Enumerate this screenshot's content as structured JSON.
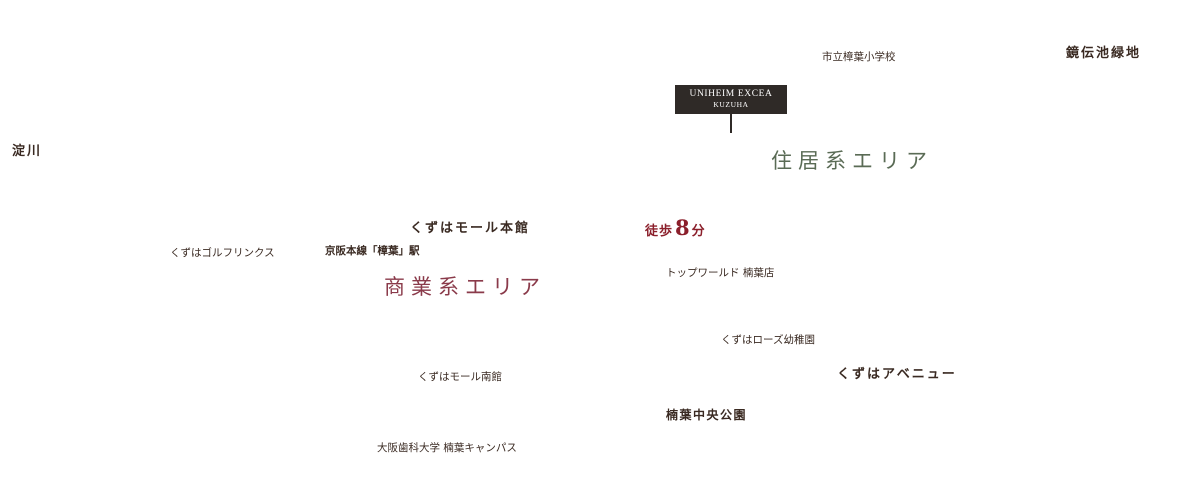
{
  "map": {
    "marker": {
      "line1": "UNIHEIM EXCEA",
      "line2": "KUZUHA"
    },
    "areas": {
      "residential": "住居系エリア",
      "commercial": "商業系エリア"
    },
    "walk": {
      "prefix": "徒歩",
      "number": "8",
      "suffix": "分"
    },
    "labels": {
      "school": "市立樟葉小学校",
      "park": "鏡伝池緑地",
      "river": "淀川",
      "mall_main": "くずはモール本館",
      "golf": "くずはゴルフリンクス",
      "station": "京阪本線「樟葉」駅",
      "store": "トップワールド 楠葉店",
      "kindergarten": "くずはローズ幼稚園",
      "avenue": "くずはアベニュー",
      "mall_south": "くずはモール南館",
      "central_park": "楠葉中央公園",
      "university": "大阪歯科大学 楠葉キャンパス"
    },
    "colors": {
      "residential": "#5a6b55",
      "commercial": "#8a3a4a",
      "walk": "#8b1f2b",
      "marker_bg": "#2f2a27"
    }
  }
}
